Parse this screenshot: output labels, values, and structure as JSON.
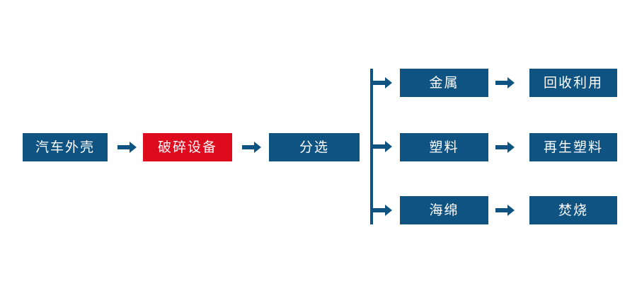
{
  "diagram": {
    "type": "flowchart",
    "title": "",
    "colors": {
      "primary_blue": "#0f5382",
      "highlight_red": "#de0a1e",
      "background": "#ffffff",
      "node_text": "#ffffff",
      "arrow": "#0f5382"
    },
    "main_chain": [
      {
        "id": "n1",
        "label": "汽车外壳",
        "color": "blue"
      },
      {
        "id": "n2",
        "label": "破碎设备",
        "color": "red"
      },
      {
        "id": "n3",
        "label": "分选",
        "color": "blue"
      }
    ],
    "branches": [
      {
        "id": "b1",
        "material": {
          "id": "m1",
          "label": "金属",
          "color": "blue"
        },
        "outcome": {
          "id": "o1",
          "label": "回收利用",
          "color": "blue"
        }
      },
      {
        "id": "b2",
        "material": {
          "id": "m2",
          "label": "塑料",
          "color": "blue"
        },
        "outcome": {
          "id": "o2",
          "label": "再生塑料",
          "color": "blue"
        }
      },
      {
        "id": "b3",
        "material": {
          "id": "m3",
          "label": "海绵",
          "color": "blue"
        },
        "outcome": {
          "id": "o3",
          "label": "焚烧",
          "color": "blue"
        }
      }
    ],
    "connector_labels": {
      "chain_arrow_1": "→",
      "chain_arrow_2": "→",
      "branch_arrow_1": "→",
      "branch_arrow_2": "→",
      "branch_arrow_3": "→",
      "outcome_arrow_1": "→",
      "outcome_arrow_2": "→",
      "outcome_arrow_3": "→"
    }
  }
}
